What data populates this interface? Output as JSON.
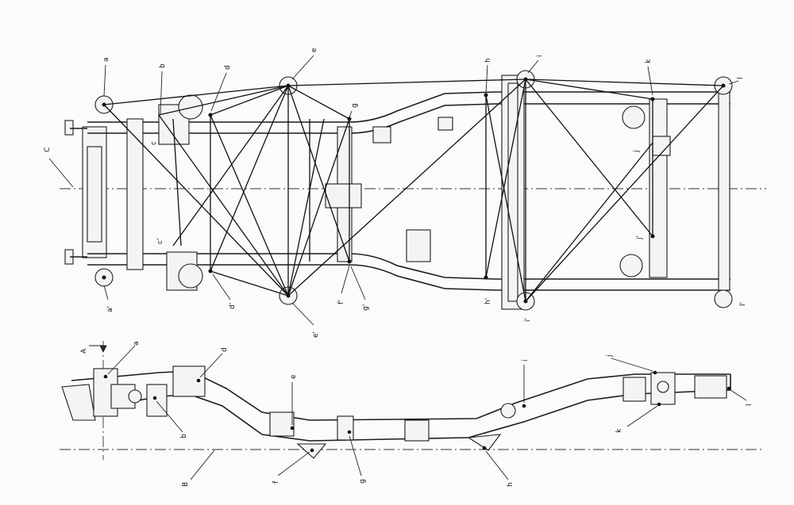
{
  "top_view": {
    "labels": {
      "a": "a",
      "b": "b",
      "c": "c",
      "d": "d",
      "e": "e",
      "g": "g",
      "h": "h",
      "i": "i",
      "k": "k",
      "l": "l",
      "j": "j",
      "C": "C",
      "a_p": "a'",
      "c_p": "c'",
      "d_p": "d'",
      "e_p": "e'",
      "f_p": "f'",
      "g_p": "g'",
      "h_p": "h'",
      "i_p": "i'",
      "j_p": "j'",
      "l_p": "l'"
    }
  },
  "side_view": {
    "labels": {
      "A": "A",
      "B": "B",
      "a": "a",
      "b": "b",
      "d": "d",
      "e": "e",
      "f": "f",
      "g": "g",
      "h": "h",
      "i": "i",
      "j": "j",
      "k": "k",
      "l": "l"
    }
  }
}
